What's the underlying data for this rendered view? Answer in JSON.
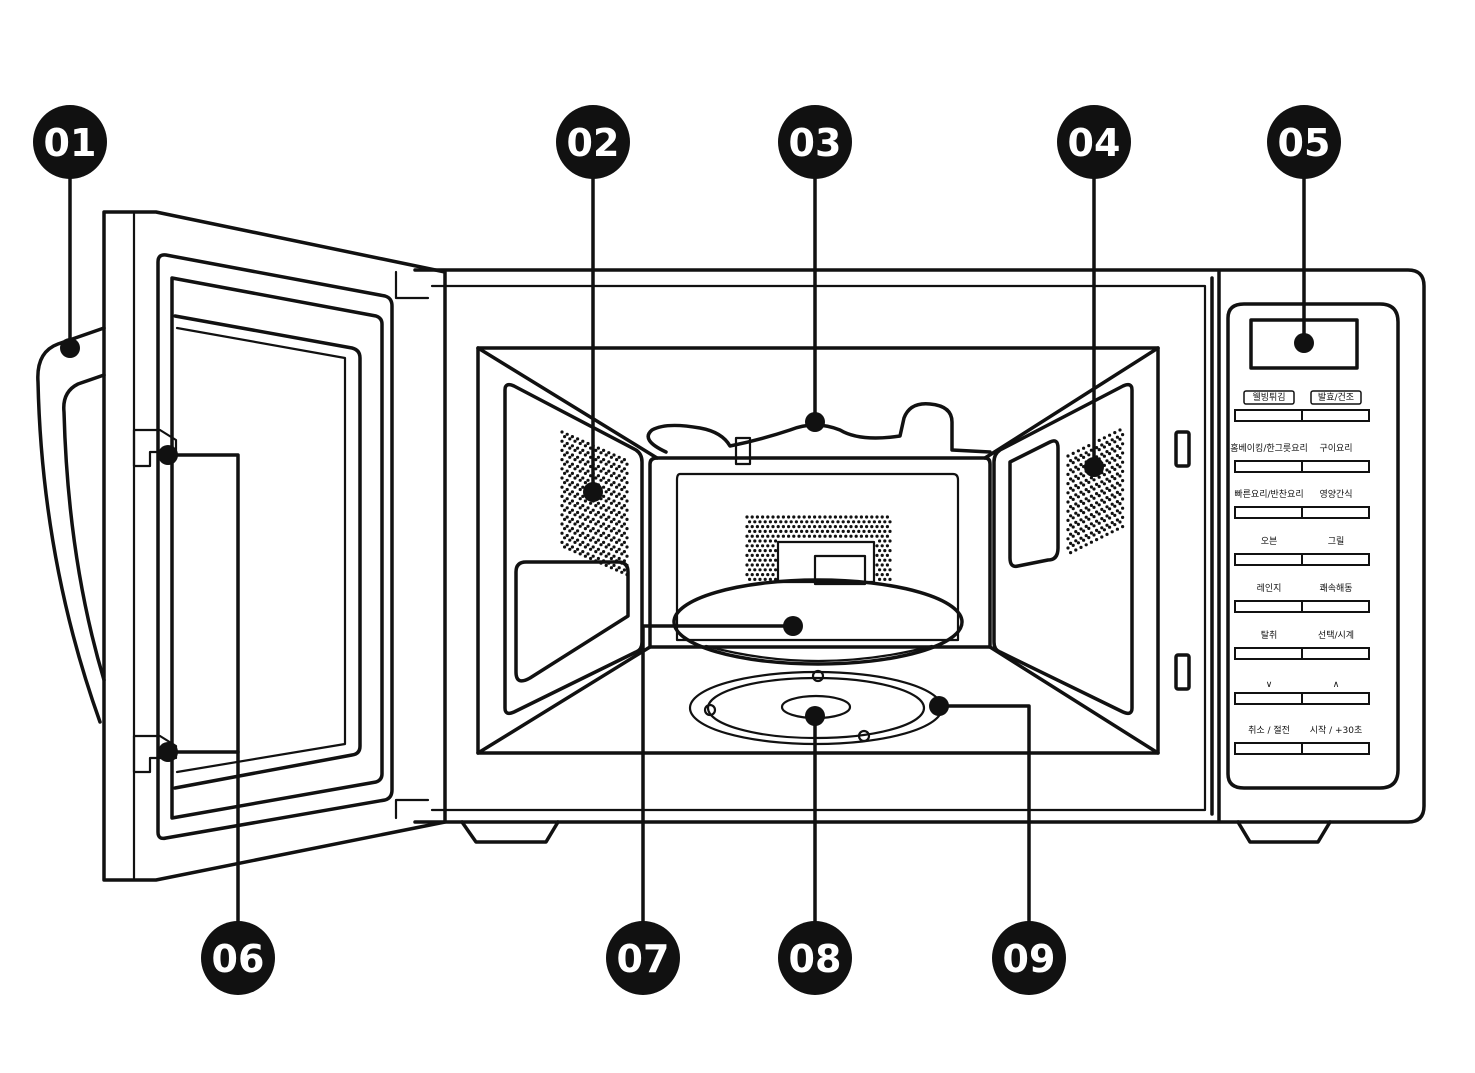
{
  "colors": {
    "line": "#111111",
    "badge": "#111111",
    "badge_text": "#ffffff",
    "background": "#ffffff"
  },
  "callouts": [
    {
      "id": "01",
      "label": "01"
    },
    {
      "id": "02",
      "label": "02"
    },
    {
      "id": "03",
      "label": "03"
    },
    {
      "id": "04",
      "label": "04"
    },
    {
      "id": "05",
      "label": "05"
    },
    {
      "id": "06",
      "label": "06"
    },
    {
      "id": "07",
      "label": "07"
    },
    {
      "id": "08",
      "label": "08"
    },
    {
      "id": "09",
      "label": "09"
    }
  ],
  "control_panel": {
    "keys": [
      {
        "label": "웰빙튀김",
        "boxed": true
      },
      {
        "label": "발효/건조",
        "boxed": true
      },
      {
        "label": "홈베이킹/한그릇요리",
        "boxed": false
      },
      {
        "label": "구이요리",
        "boxed": false
      },
      {
        "label": "빠른요리/반찬요리",
        "boxed": false
      },
      {
        "label": "영양간식",
        "boxed": false
      },
      {
        "label": "오븐",
        "boxed": false
      },
      {
        "label": "그릴",
        "boxed": false
      },
      {
        "label": "레인지",
        "boxed": false
      },
      {
        "label": "쾌속해동",
        "boxed": false
      },
      {
        "label": "탈취",
        "boxed": false
      },
      {
        "label": "선택/시계",
        "boxed": false
      },
      {
        "label": "∨",
        "boxed": false
      },
      {
        "label": "∧",
        "boxed": false
      },
      {
        "label": "취소 / 절전",
        "boxed": false
      },
      {
        "label": "시작 / +30초",
        "boxed": false
      }
    ]
  }
}
